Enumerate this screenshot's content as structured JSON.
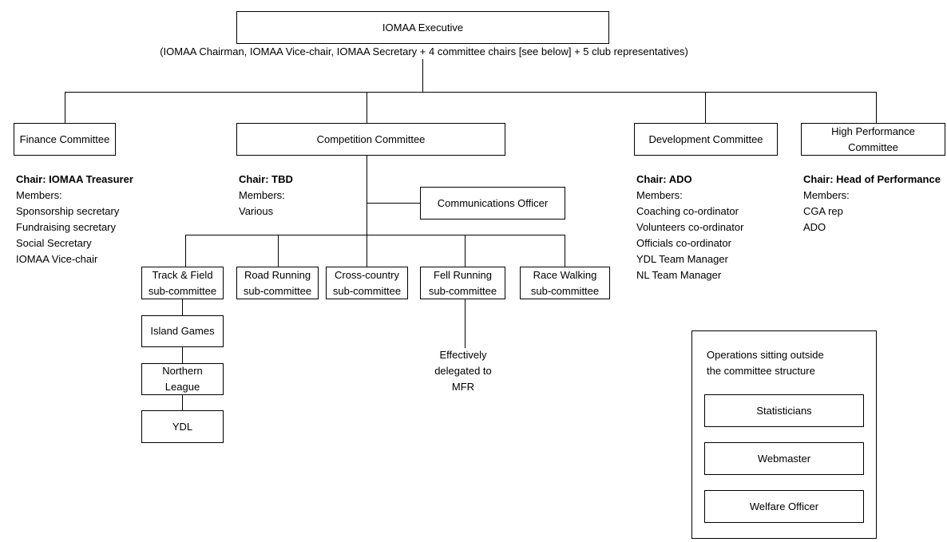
{
  "executive": {
    "title": "IOMAA Executive",
    "subtitle": "(IOMAA Chairman, IOMAA Vice-chair, IOMAA Secretary + 4 committee chairs [see below] + 5 club representatives)"
  },
  "committees": {
    "finance": {
      "title": "Finance Committee",
      "chair": "Chair: IOMAA Treasurer",
      "members_label": "Members:",
      "members": [
        "Sponsorship secretary",
        "Fundraising secretary",
        "Social Secretary",
        "IOMAA Vice-chair"
      ]
    },
    "competition": {
      "title": "Competition Committee",
      "chair": "Chair: TBD",
      "members_label": "Members:",
      "members": [
        "Various"
      ],
      "communications_officer": "Communications Officer"
    },
    "development": {
      "title": "Development Committee",
      "chair": "Chair: ADO",
      "members_label": "Members:",
      "members": [
        "Coaching co-ordinator",
        "Volunteers co-ordinator",
        "Officials co-ordinator",
        "YDL Team Manager",
        "NL Team Manager"
      ]
    },
    "high_performance": {
      "title_line1": "High Performance",
      "title_line2": "Committee",
      "chair": "Chair: Head of Performance",
      "members_label": "Members:",
      "members": [
        "CGA rep",
        "ADO"
      ]
    }
  },
  "subcommittees": {
    "track_field": {
      "line1": "Track & Field",
      "line2": "sub-committee"
    },
    "road_running": {
      "line1": "Road Running",
      "line2": "sub-committee"
    },
    "cross_country": {
      "line1": "Cross-country",
      "line2": "sub-committee"
    },
    "fell_running": {
      "line1": "Fell Running",
      "line2": "sub-committee"
    },
    "race_walking": {
      "line1": "Race Walking",
      "line2": "sub-committee"
    }
  },
  "track_chain": {
    "island_games": "Island Games",
    "northern_league_line1": "Northern",
    "northern_league_line2": "League",
    "ydl": "YDL"
  },
  "fell_note": {
    "line1": "Effectively",
    "line2": "delegated to",
    "line3": "MFR"
  },
  "operations": {
    "heading_line1": "Operations sitting outside",
    "heading_line2": "the committee structure",
    "items": [
      "Statisticians",
      "Webmaster",
      "Welfare Officer"
    ]
  }
}
